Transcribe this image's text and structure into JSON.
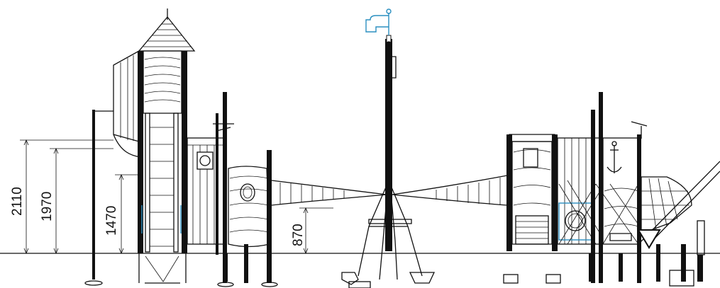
{
  "dimensions": [
    {
      "label": "2110"
    },
    {
      "label": "1970"
    },
    {
      "label": "1470"
    },
    {
      "label": "870"
    }
  ],
  "colors": {
    "line": "#111111",
    "highlight": "#2a8fc0",
    "background": "#ffffff"
  },
  "icons": {
    "flag": "flag-icon",
    "anchor": "anchor-icon",
    "porthole": "porthole-icon",
    "telescope": "telescope-icon"
  }
}
